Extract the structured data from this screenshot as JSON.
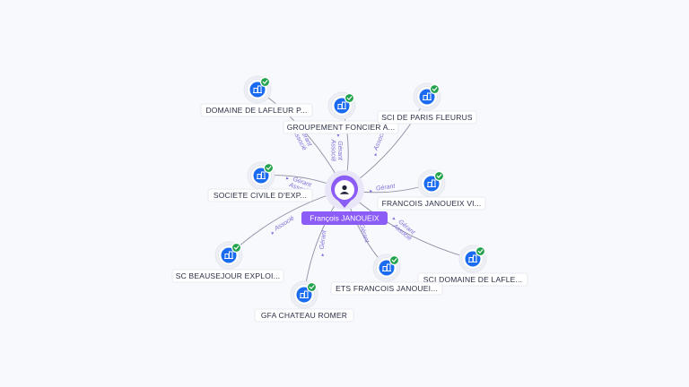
{
  "center": {
    "label": "François JANOUEIX",
    "icon": "person-icon",
    "color": "#8b5cf6"
  },
  "nodes": [
    {
      "id": "n1",
      "label": "DOMAINE DE LAFLEUR P...",
      "icon": "building-icon",
      "verified": true
    },
    {
      "id": "n2",
      "label": "GROUPEMENT FONCIER A...",
      "icon": "building-icon",
      "verified": true
    },
    {
      "id": "n3",
      "label": "SCI DE PARIS FLEURUS",
      "icon": "building-icon",
      "verified": true
    },
    {
      "id": "n4",
      "label": "SOCIETE CIVILE D'EXP...",
      "icon": "building-icon",
      "verified": true
    },
    {
      "id": "n5",
      "label": "FRANCOIS JANOUEIX VI...",
      "icon": "building-icon",
      "verified": true
    },
    {
      "id": "n6",
      "label": "SC BEAUSEJOUR EXPLOI...",
      "icon": "building-icon",
      "verified": true
    },
    {
      "id": "n7",
      "label": "SCI DOMAINE DE LAFLE...",
      "icon": "building-icon",
      "verified": true
    },
    {
      "id": "n8",
      "label": "ETS FRANCOIS JANOUEI...",
      "icon": "building-icon",
      "verified": true
    },
    {
      "id": "n9",
      "label": "GFA CHATEAU ROMER",
      "icon": "building-icon",
      "verified": true
    }
  ],
  "edges": [
    {
      "to": "n1",
      "labels": [
        "Gérant",
        "Associé"
      ]
    },
    {
      "to": "n2",
      "labels": [
        "Gérant",
        "Associé"
      ]
    },
    {
      "to": "n3",
      "labels": [
        "Associé"
      ]
    },
    {
      "to": "n4",
      "labels": [
        "Gérant",
        "Associé"
      ]
    },
    {
      "to": "n5",
      "labels": [
        "Gérant"
      ]
    },
    {
      "to": "n6",
      "labels": [
        "Associé"
      ]
    },
    {
      "to": "n7",
      "labels": [
        "Gérant",
        "Associé"
      ]
    },
    {
      "to": "n8",
      "labels": [
        "Gérant"
      ]
    },
    {
      "to": "n9",
      "labels": [
        "Gérant"
      ]
    }
  ],
  "colors": {
    "company": "#1a6bf0",
    "verified": "#20a34a",
    "person": "#8b5cf6",
    "edge_label": "#7a6fd8"
  }
}
